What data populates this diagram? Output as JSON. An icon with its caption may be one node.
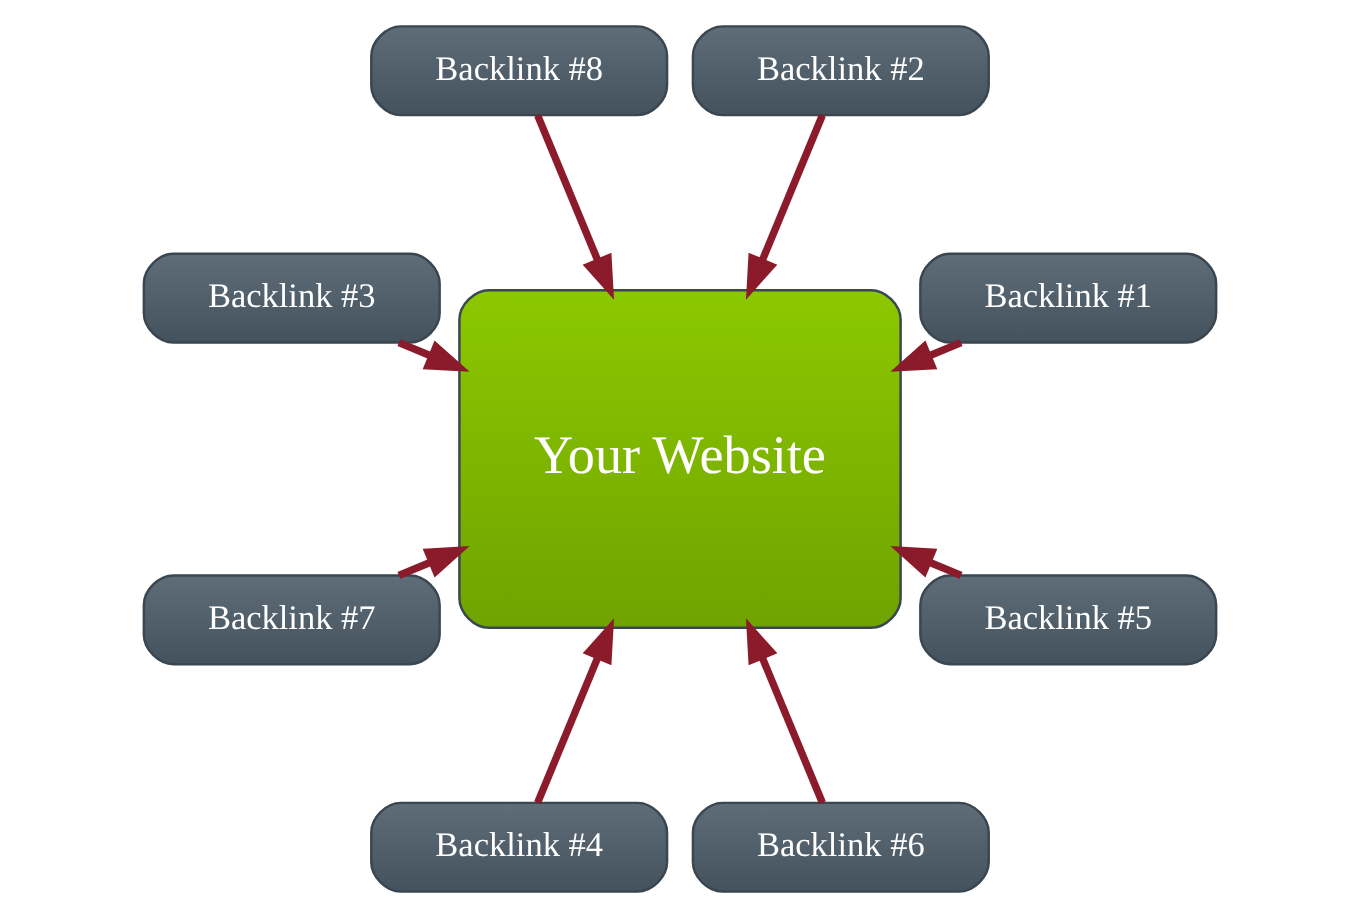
{
  "diagram": {
    "nodes": [
      {
        "text": [
          "Backlink #1"
        ]
      },
      {
        "text": [
          "Backlink #2"
        ]
      },
      {
        "text": [
          "Backlink #8"
        ]
      },
      {
        "text": [
          "Your Website"
        ]
      },
      {
        "text": [
          "Backlink #3"
        ]
      },
      {
        "text": [
          "Backlink #7"
        ]
      },
      {
        "text": [
          "Backlink #4"
        ]
      },
      {
        "text": [
          "Backlink #6"
        ]
      },
      {
        "text": [
          "Backlink #5"
        ]
      }
    ],
    "edges": [
      {
        "from": 0,
        "to": 3,
        "arrow": "to"
      },
      {
        "from": 1,
        "to": 3,
        "arrow": "to"
      },
      {
        "from": 4,
        "to": 3,
        "arrow": "to"
      },
      {
        "from": 6,
        "to": 3,
        "arrow": "to"
      },
      {
        "from": 8,
        "to": 3,
        "arrow": "to"
      },
      {
        "from": 7,
        "to": 3,
        "arrow": "to"
      },
      {
        "from": 5,
        "to": 3,
        "arrow": "to"
      },
      {
        "from": 2,
        "to": 3,
        "arrow": "to"
      }
    ]
  }
}
